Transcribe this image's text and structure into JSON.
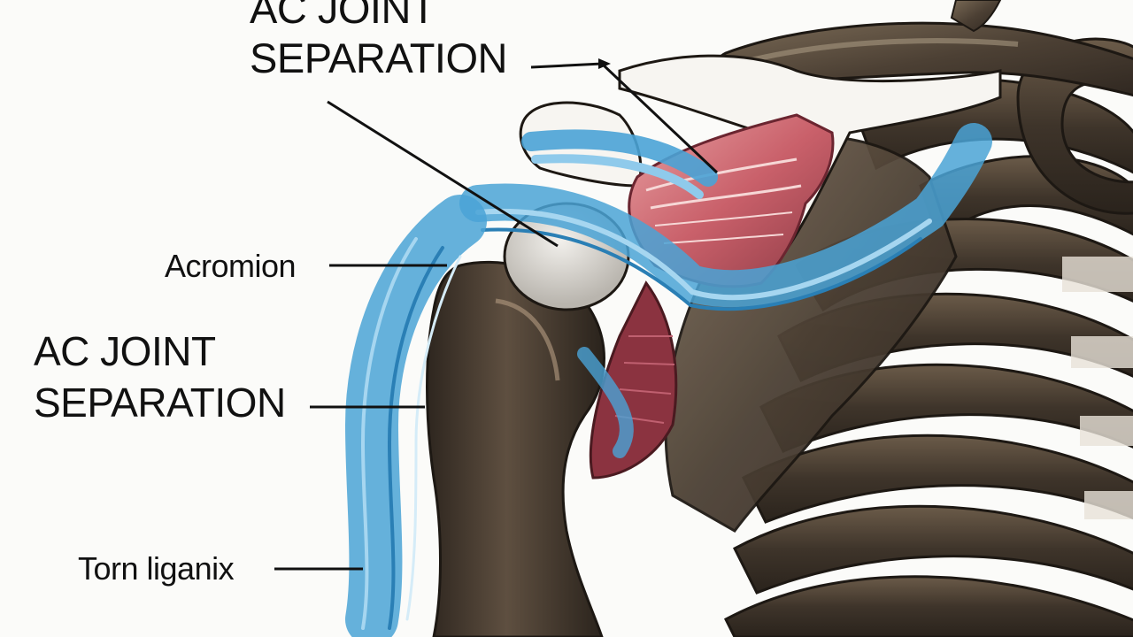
{
  "labels": {
    "top_title_line1": "AC JOINT",
    "top_title_line2": "SEPARATION",
    "acromion": "Acromion",
    "left_title_line1": "AC JOINT",
    "left_title_line2": "SEPARATION",
    "torn": "Torn liganix"
  },
  "colors": {
    "background": "#fbfbf9",
    "bone": "#4a3f33",
    "ligament": "#4aa3d6",
    "muscle": "#d9787e",
    "leader_line": "#111111"
  }
}
